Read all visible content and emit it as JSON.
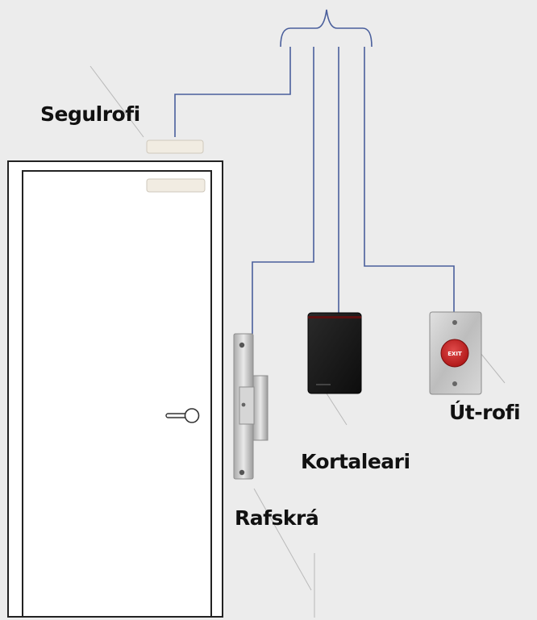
{
  "diagram": {
    "labels": {
      "door_sensor": "Segulrofi",
      "card_reader": "Kortaleari",
      "exit_button": "Út-rofi",
      "electric_strike": "Rafskrá"
    },
    "exit_button_text": "EXIT",
    "colors": {
      "background": "#ececec",
      "wire": "#4a5f9c",
      "exit_button": "#c62828",
      "door_outline": "#222222"
    }
  }
}
